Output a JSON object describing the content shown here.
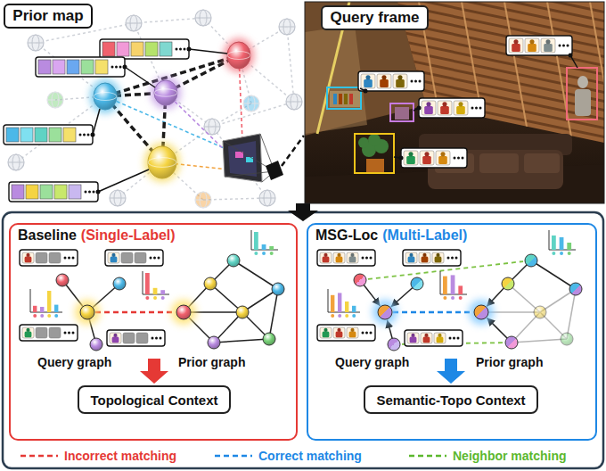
{
  "diagram": {
    "nodes": [
      {
        "text": [
          "Prior map"
        ]
      },
      {
        "text": [
          "Query frame"
        ]
      },
      {
        "text": [
          "Baseline",
          "(Single-Label)"
        ]
      },
      {
        "text": [
          "Topological Context"
        ],
        "in": 2
      },
      {
        "text": [
          "MSG-Loc",
          "(Multi-Label)"
        ]
      },
      {
        "text": [
          "Semantic-Topo Context"
        ],
        "in": 4
      }
    ],
    "labels": [
      "Query graph",
      "Prior graph",
      "Query graph",
      "Prior graph"
    ],
    "legend": [
      {
        "text": "Incorrect matching"
      },
      {
        "text": "Correct matching"
      },
      {
        "text": "Neighbor matching"
      }
    ]
  }
}
